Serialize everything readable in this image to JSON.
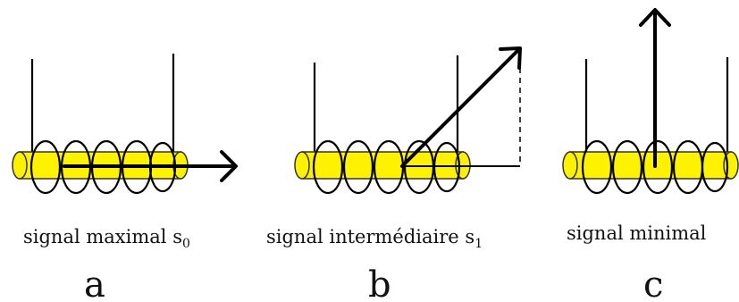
{
  "colors": {
    "rod_fill": "#fff200",
    "rod_stroke": "#333333",
    "line": "#000000"
  },
  "panels": [
    {
      "letter": "a",
      "caption_main": "signal maximal s",
      "caption_sub": "0",
      "arrow_angle_deg": 0
    },
    {
      "letter": "b",
      "caption_main": "signal intermédiaire s",
      "caption_sub": "1",
      "arrow_angle_deg": 45
    },
    {
      "letter": "c",
      "caption_main": "signal minimal",
      "caption_sub": "",
      "arrow_angle_deg": 90
    }
  ]
}
